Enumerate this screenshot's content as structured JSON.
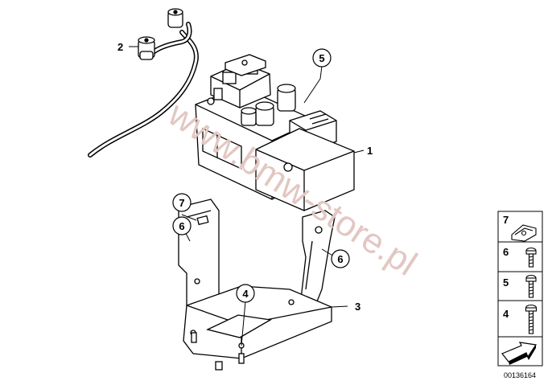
{
  "diagram": {
    "callouts": [
      {
        "id": "c1",
        "text": "1"
      },
      {
        "id": "c2",
        "text": "2"
      },
      {
        "id": "c3",
        "text": "3"
      },
      {
        "id": "c4",
        "text": "4"
      },
      {
        "id": "c5",
        "text": "5"
      },
      {
        "id": "c6a",
        "text": "6"
      },
      {
        "id": "c6b",
        "text": "6"
      },
      {
        "id": "c7",
        "text": "7"
      }
    ],
    "legend": [
      {
        "text": "7",
        "icon": "clip-nut-icon"
      },
      {
        "text": "6",
        "icon": "short-screw-icon"
      },
      {
        "text": "5",
        "icon": "medium-screw-icon"
      },
      {
        "text": "4",
        "icon": "long-screw-icon"
      },
      {
        "text": "",
        "icon": "arrow-icon"
      }
    ],
    "watermark": "www.bmw-store.pl",
    "catalog_number": "00136164"
  }
}
